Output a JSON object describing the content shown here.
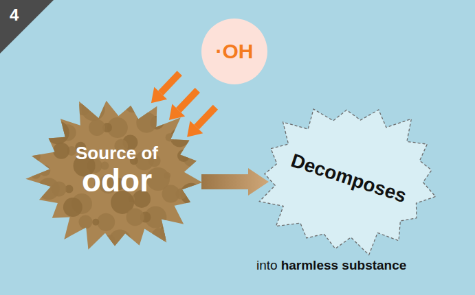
{
  "diagram": {
    "nodes": [
      {
        "text": [
          "·OH"
        ]
      },
      {
        "text": [
          "Source of",
          "odor"
        ]
      },
      {
        "text": [
          "Decomposes"
        ]
      }
    ],
    "edges": [
      {
        "from": 0,
        "to": 1,
        "arrow": "to"
      },
      {
        "from": 1,
        "to": 2,
        "arrow": "to"
      }
    ],
    "labels": [
      "4",
      "into",
      "harmless substance"
    ]
  }
}
